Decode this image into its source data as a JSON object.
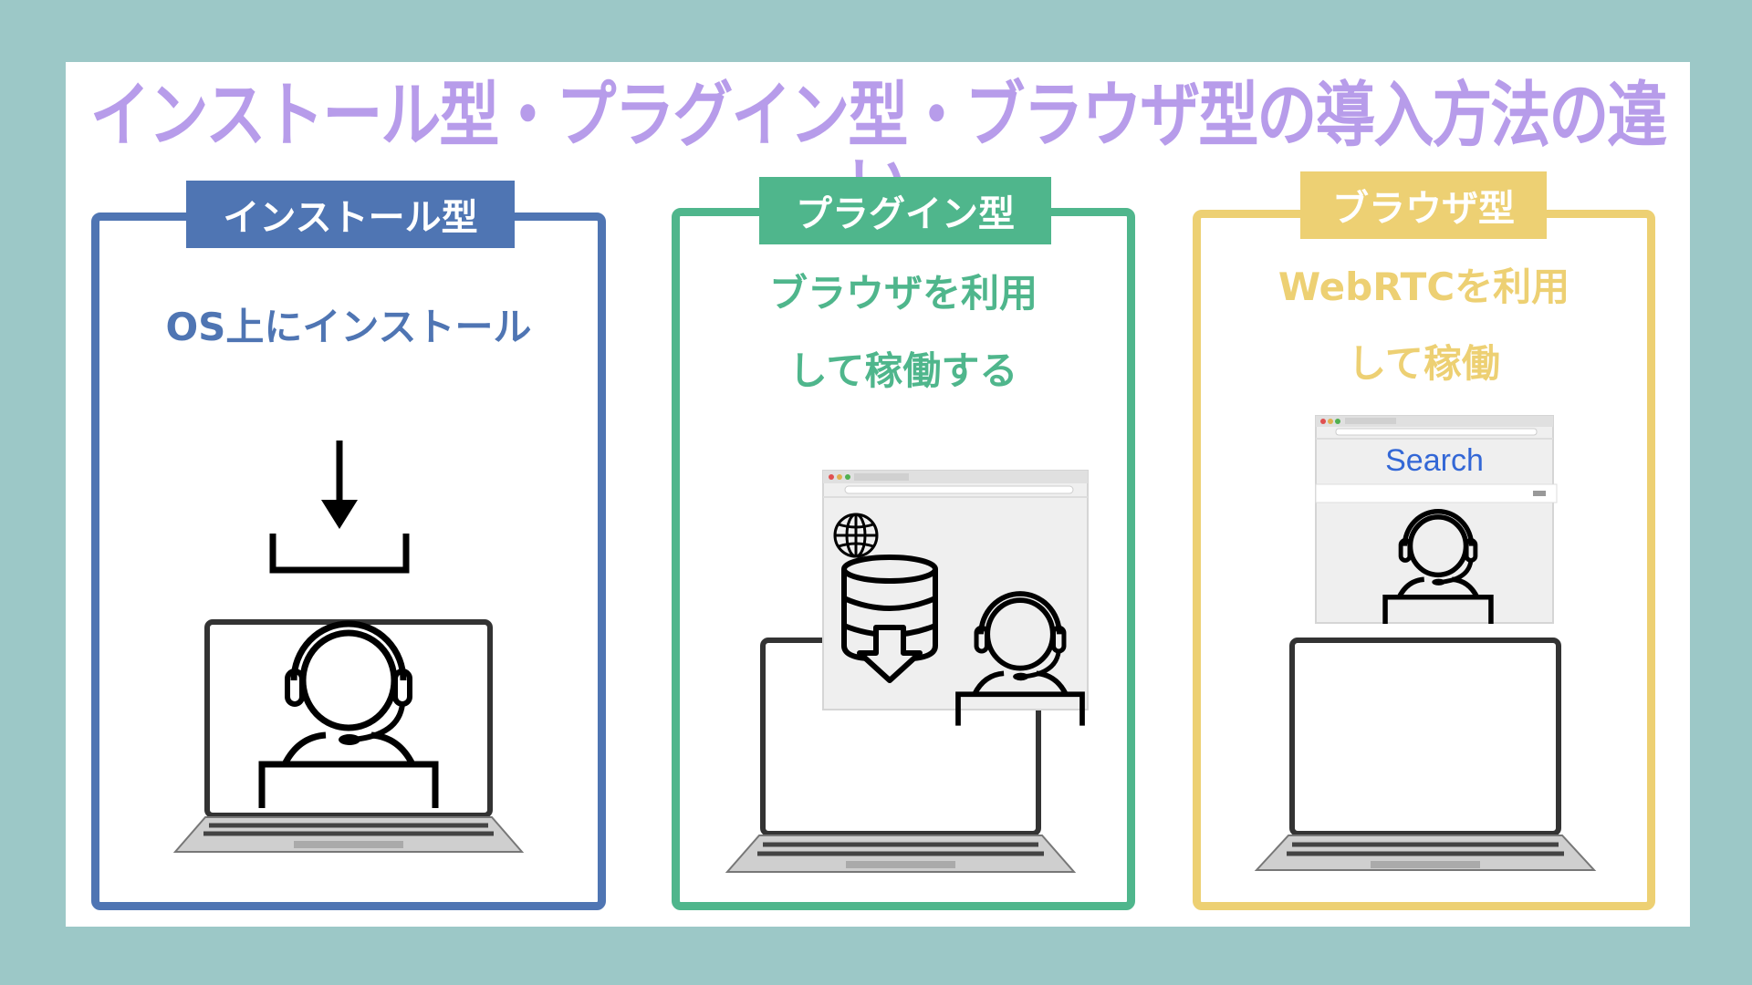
{
  "title": "インストール型・プラグイン型・ブラウザ型の導入方法の違い",
  "colors": {
    "background": "#9cc8c7",
    "title": "#b79cea",
    "install": "#4f75b3",
    "plugin": "#4fb68c",
    "browser": "#edd073"
  },
  "panels": [
    {
      "label": "インストール型",
      "caption_line1": "OS上にインストール",
      "caption_line2": "",
      "icons": [
        "download-icon",
        "laptop-icon",
        "operator-headset-icon"
      ]
    },
    {
      "label": "プラグイン型",
      "caption_line1": "ブラウザを利用",
      "caption_line2": "して稼働する",
      "icons": [
        "browser-window-icon",
        "globe-icon",
        "database-download-icon",
        "operator-headset-icon",
        "laptop-icon"
      ]
    },
    {
      "label": "ブラウザ型",
      "caption_line1": "WebRTCを利用",
      "caption_line2": "して稼働",
      "search_text": "Search",
      "icons": [
        "browser-window-icon",
        "operator-headset-icon",
        "laptop-icon"
      ]
    }
  ]
}
